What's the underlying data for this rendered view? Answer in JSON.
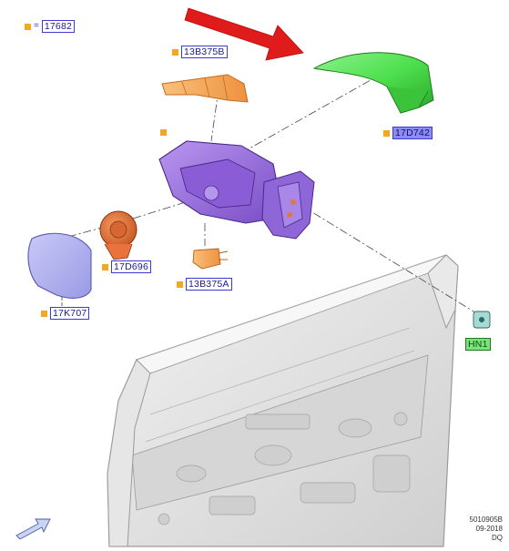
{
  "callouts": {
    "c17682": "17682",
    "c13b375b": "13B375B",
    "c17d742": "17D742",
    "c17d696": "17D696",
    "c13b375a": "13B375A",
    "c17k707": "17K707",
    "chn1": "HN1"
  },
  "stamp": {
    "code": "5010905B",
    "date": "09-2018",
    "initials": "DQ"
  },
  "colors": {
    "cap": "#4ee04e",
    "housing": "#9b6fe0",
    "glass": "#b3b3f2",
    "actuator": "#e8733c",
    "lamp": "#f7a752",
    "door": "#dedede",
    "arrow": "#e01b1b"
  }
}
